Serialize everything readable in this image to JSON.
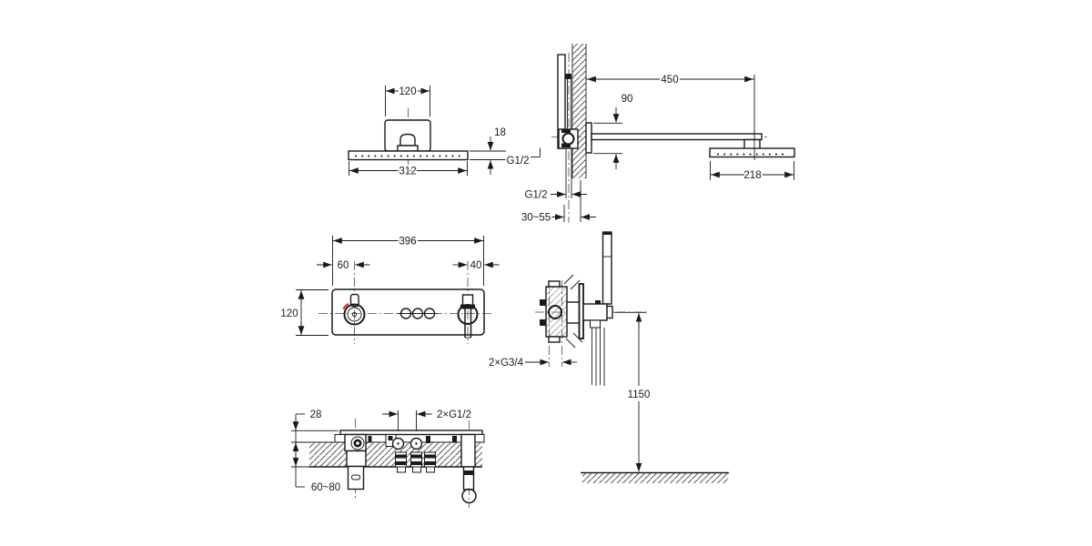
{
  "drawing": {
    "kind": "shower-system-installation-dimension-drawing",
    "background": "#ffffff",
    "line_color": "#1a1a1a",
    "accent_color": "#cc2222",
    "views": {
      "overhead_front": {
        "label": "overhead-shower-front-view",
        "connector_width": "120",
        "head_width": "312",
        "head_thickness": "18"
      },
      "overhead_side": {
        "label": "overhead-shower-side-view",
        "arm_length": "450",
        "escutcheon_height": "90",
        "arm_thread": "G1/2",
        "wall_thread": "G1/2",
        "rough_in_depth": "30~55",
        "head_depth": "218"
      },
      "mixer_front": {
        "label": "mixer-front-view",
        "plate_width": "396",
        "left_handle_offset": "60",
        "right_handle_offset": "40",
        "plate_height": "120"
      },
      "mixer_side": {
        "label": "mixer-side-view",
        "inlet_thread": "2×G3/4",
        "install_height": "1150"
      },
      "mixer_top": {
        "label": "mixer-top-view",
        "plate_clearance": "28",
        "outlet_thread": "2×G1/2",
        "rough_in_depth": "60~80"
      }
    }
  }
}
